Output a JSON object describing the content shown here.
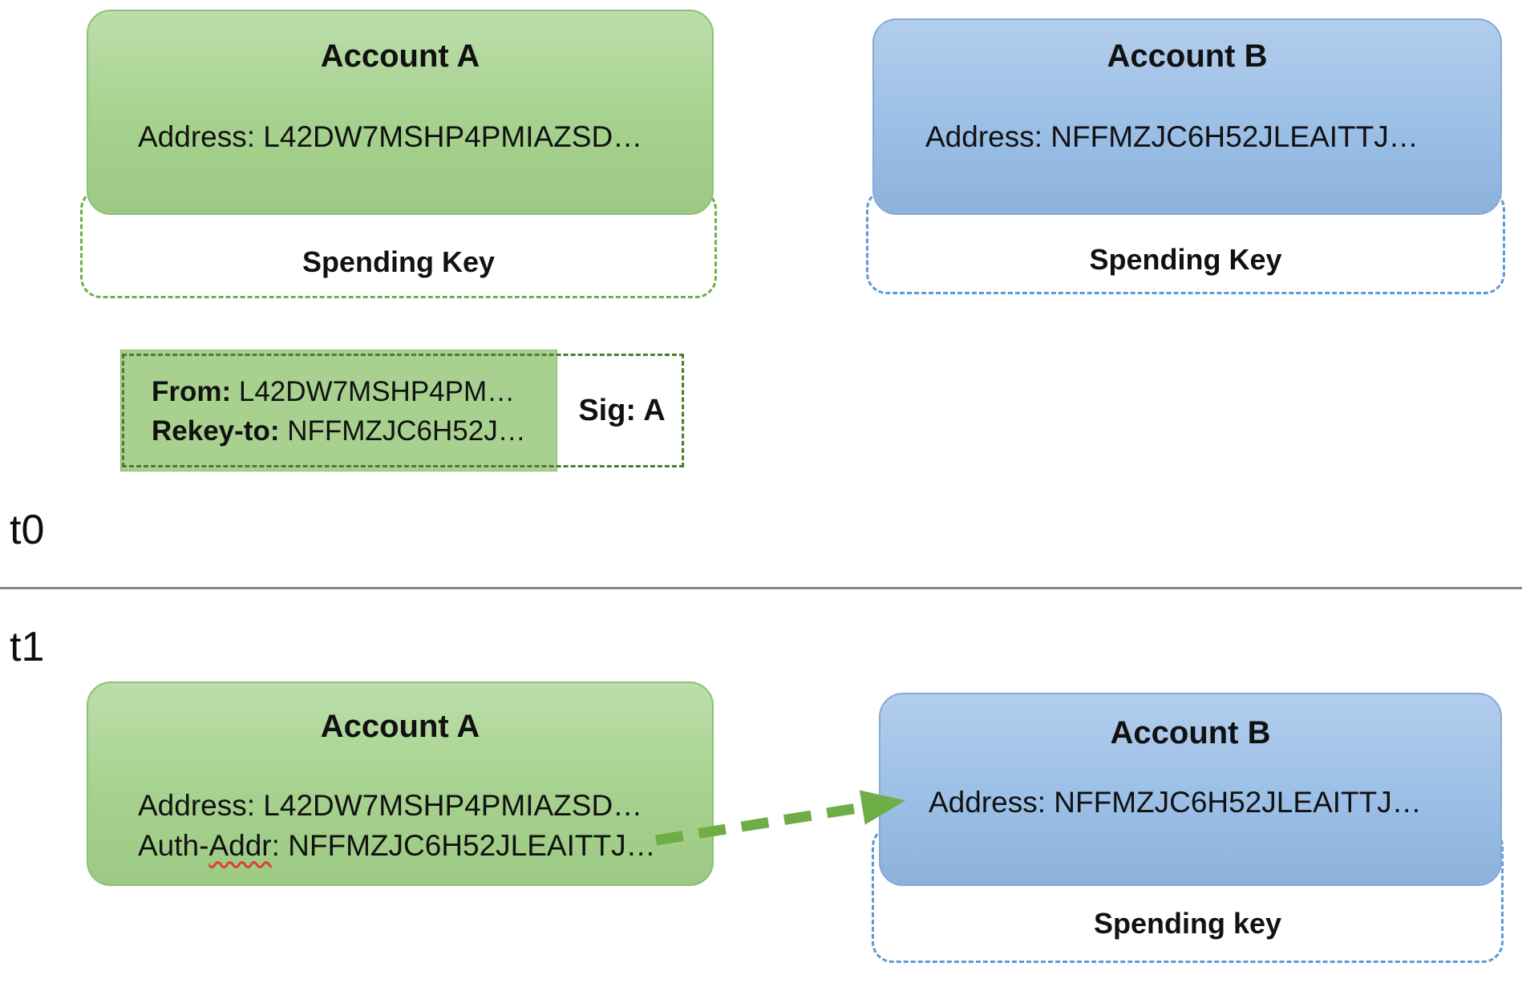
{
  "colors": {
    "account_green_fill": "#a0cc8a",
    "account_blue_fill": "#95b9e2",
    "green_dash": "#70ad47",
    "blue_dash": "#5b9bd5",
    "tx_dash": "#4e7a2e",
    "arrow_green": "#6fad47",
    "spellcheck_red": "#e03c31",
    "divider_gray": "#8a8a8a"
  },
  "t0": {
    "label": "t0",
    "account_a": {
      "title": "Account A",
      "address": "Address: L42DW7MSHP4PMIAZSD…",
      "spending_key_label": "Spending Key"
    },
    "account_b": {
      "title": "Account B",
      "address": "Address: NFFMZJC6H52JLEAITTJ…",
      "spending_key_label": "Spending Key"
    },
    "rekey_transaction": {
      "from_label": "From:",
      "from_value": " L42DW7MSHP4PM…",
      "rekey_label": "Rekey-to:",
      "rekey_value": "  NFFMZJC6H52J…",
      "sig": "Sig: A"
    }
  },
  "t1": {
    "label": "t1",
    "account_a": {
      "title": "Account A",
      "address": "Address: L42DW7MSHP4PMIAZSD…",
      "auth_prefix": "Auth-",
      "auth_misspelled": "Addr",
      "auth_suffix": ": NFFMZJC6H52JLEAITTJ…"
    },
    "account_b": {
      "title": "Account B",
      "address": "Address: NFFMZJC6H52JLEAITTJ…",
      "spending_key_label": "Spending key"
    }
  }
}
